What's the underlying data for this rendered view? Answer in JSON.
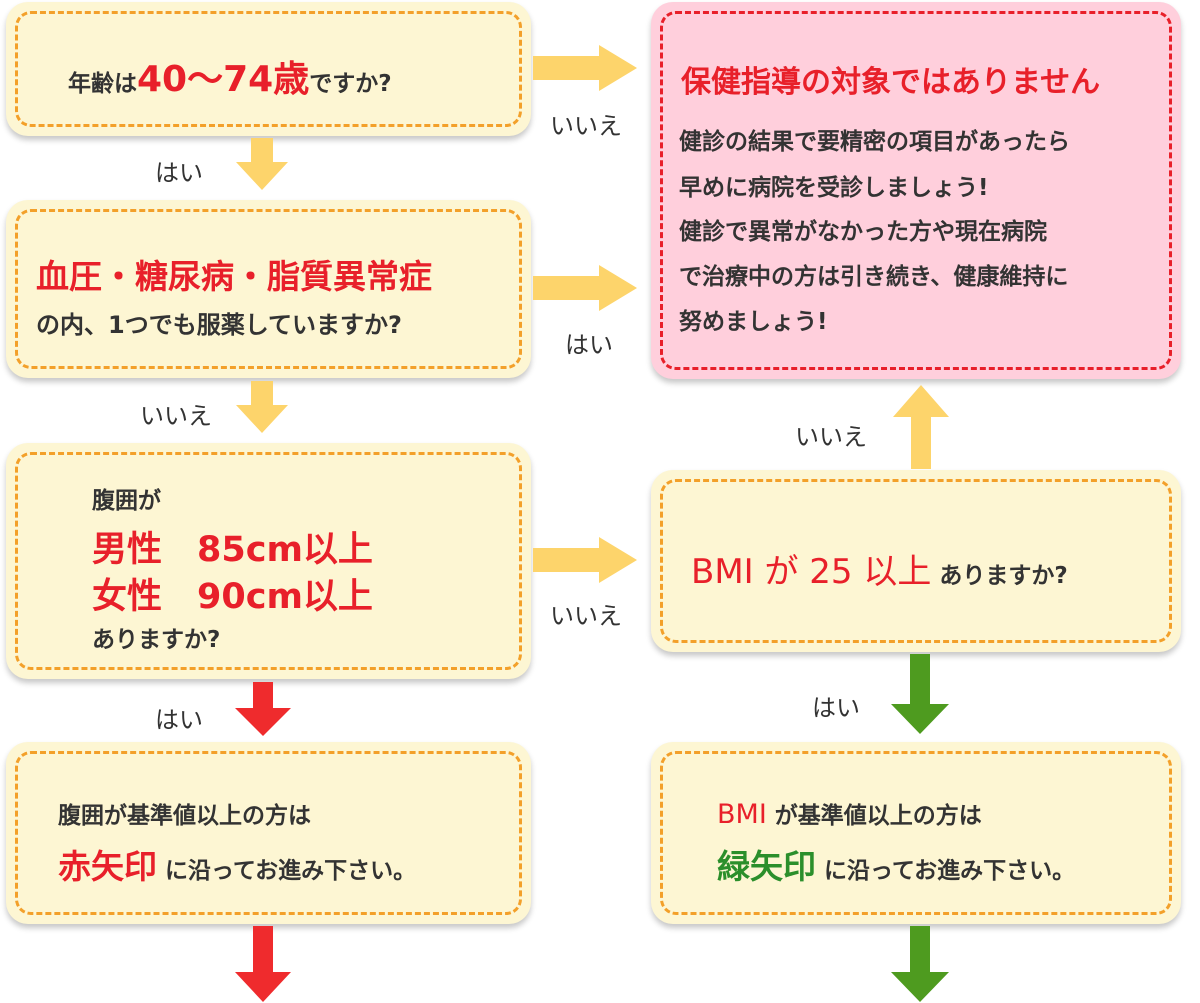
{
  "q_age": {
    "pre": "年齢は",
    "highlight": "40～74歳",
    "post": "ですか?"
  },
  "q_meds": {
    "highlight": "血圧・糖尿病・脂質異常症",
    "line2": "の内、1つでも服薬していますか?"
  },
  "q_waist": {
    "line1": "腹囲が",
    "male": "男性　85cm以上",
    "female": "女性　90cm以上",
    "line4": "ありますか?"
  },
  "result_waist": {
    "line1": "腹囲が基準値以上の方は",
    "highlight": "赤矢印",
    "post": "に沿ってお進み下さい。"
  },
  "not_target": {
    "title": "保健指導の対象ではありません",
    "lines": [
      "健診の結果で要精密の項目があったら",
      "早めに病院を受診しましょう!",
      "健診で異常がなかった方や現在病院",
      "で治療中の方は引き続き、健康維持に",
      "努めましょう!"
    ]
  },
  "q_bmi": {
    "highlight": "BMI が 25 以上",
    "post": "ありますか?"
  },
  "result_bmi": {
    "pre_highlight": "BMI",
    "line1_post": "が基準値以上の方は",
    "highlight": "緑矢印",
    "post": "に沿ってお進み下さい。"
  },
  "labels": {
    "age_no": "いいえ",
    "age_yes": "はい",
    "meds_yes": "はい",
    "meds_no": "いいえ",
    "waist_no": "いいえ",
    "waist_yes": "はい",
    "bmi_no": "いいえ",
    "bmi_yes": "はい"
  },
  "colors": {
    "yellow_arrow": "#fdd46b",
    "red_arrow": "#ef2b2d",
    "green_arrow": "#4e9b1f",
    "accent_red": "#e8202a",
    "accent_green": "#2b8f2b"
  }
}
